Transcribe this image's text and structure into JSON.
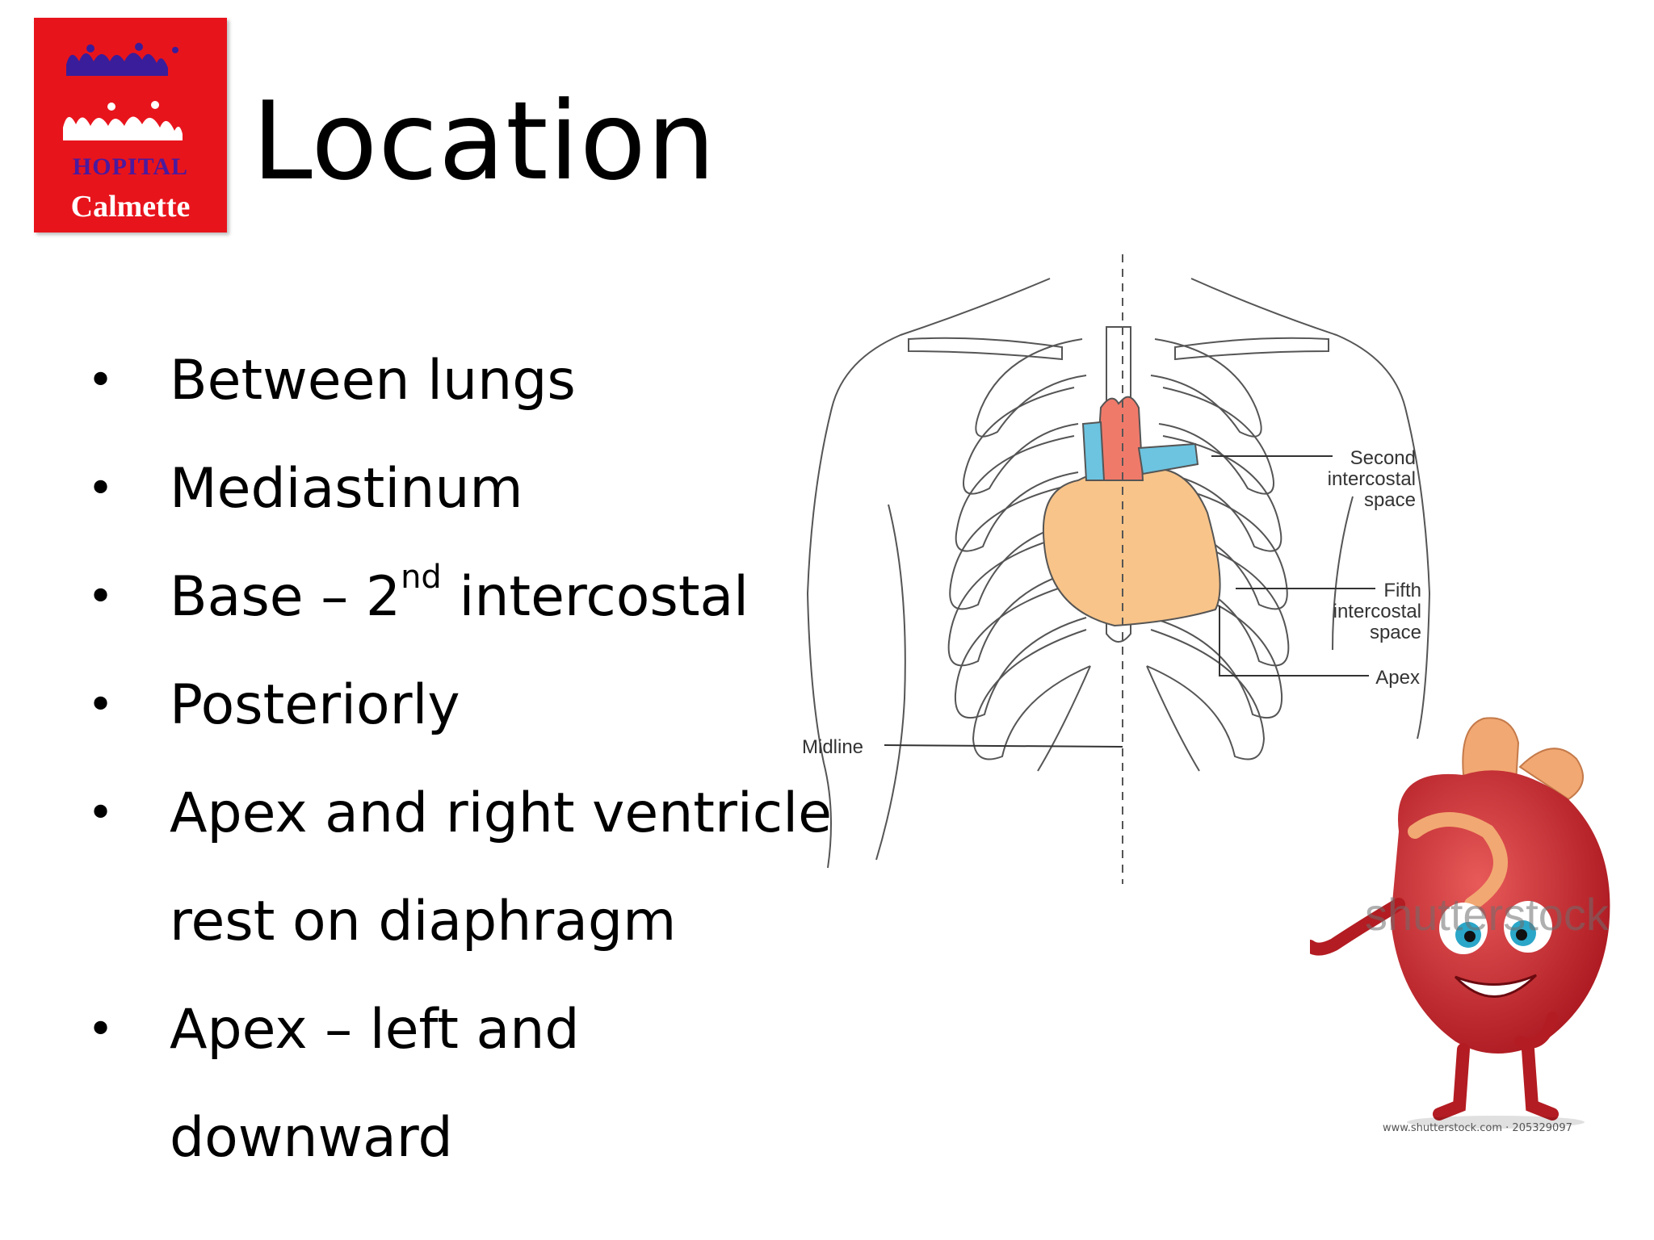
{
  "logo": {
    "latin_line1": "HOPITAL",
    "latin_line2": "Calmette"
  },
  "title": "Location",
  "bullets": [
    {
      "text": "Between lungs",
      "bullet": "•"
    },
    {
      "text": "Mediastinum",
      "bullet": "•"
    },
    {
      "text_before": "Base – 2",
      "sup": "nd",
      "text_after": " intercostal",
      "bullet": "•"
    },
    {
      "text": "Posteriorly",
      "bullet": "•"
    },
    {
      "text": "Apex and right ventricle",
      "bullet": "•"
    },
    {
      "text": "rest on diaphragm",
      "bullet": ""
    },
    {
      "text": "Apex – left and",
      "bullet": "•"
    },
    {
      "text": "downward",
      "bullet": ""
    }
  ],
  "diagram": {
    "labels": {
      "second_1": "Second",
      "second_2": "intercostal",
      "second_3": "space",
      "fifth_1": "Fifth",
      "fifth_2": "intercostal",
      "fifth_3": "space",
      "apex": "Apex",
      "midline": "Midline"
    },
    "colors": {
      "heart": "#f8c489",
      "aorta": "#f07a6a",
      "pulmonary": "#6cc4e0",
      "outline": "#555555"
    }
  },
  "watermark": "shutterstock",
  "stock_id": "www.shutterstock.com · 205329097"
}
